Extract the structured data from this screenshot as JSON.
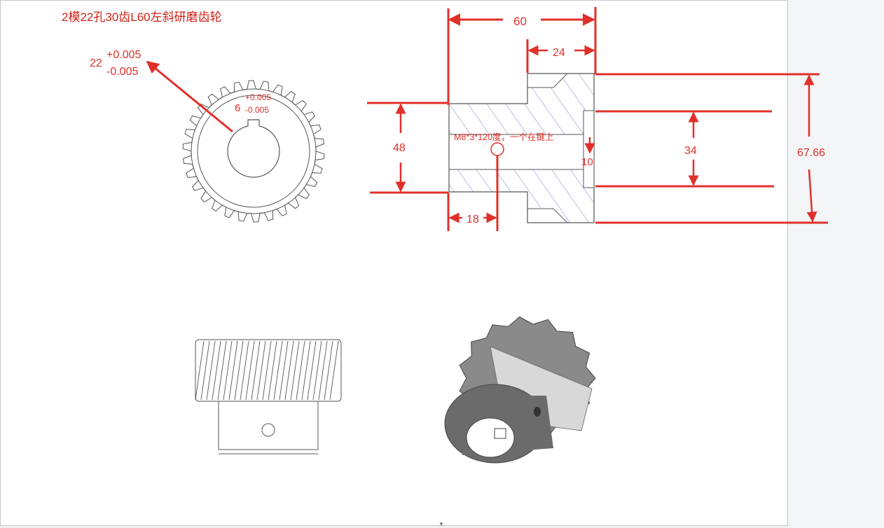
{
  "title": "2模22孔30齿L60左斜研磨齿轮",
  "bore": {
    "value": "22",
    "tol_upper": "+0.005",
    "tol_lower": "-0.005"
  },
  "keyway": {
    "value": "6",
    "tol_upper": "+0.005",
    "tol_lower": "-0.005"
  },
  "dimensions": {
    "overall_length": "60",
    "gear_width": "24",
    "hub_diameter": "48",
    "hub_length": "18",
    "tooth_root_dia": "34",
    "outer_diameter": "67.66",
    "set_screw_offset": "10"
  },
  "note": "M8*3*120度，一个在键上",
  "colors": {
    "dimension_red": "#e0302a",
    "hatch_blue": "#7f7fc8",
    "outline": "#555555",
    "shaded_gear": "#6b6b6b",
    "page_bg": "#ffffff"
  }
}
